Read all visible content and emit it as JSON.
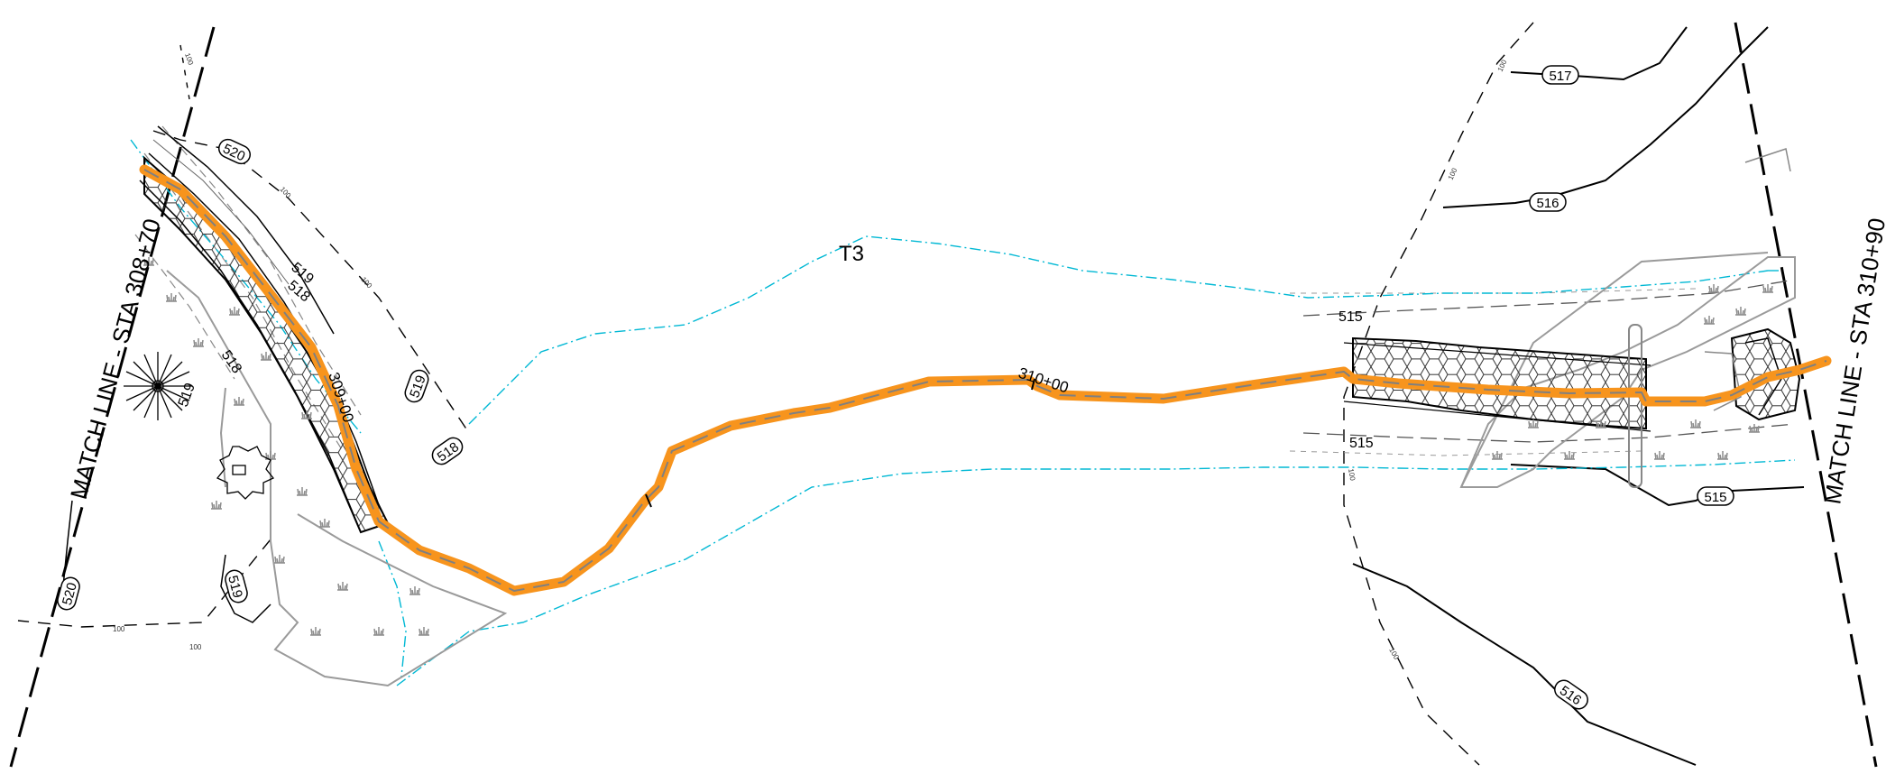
{
  "sheet": {
    "channel_label": "T3",
    "match_line_left": "MATCH LINE - STA 308+70",
    "match_line_right": "MATCH LINE - STA 310+90",
    "station_309": "309+00",
    "station_310": "310+00",
    "boundary_tick_text": "100"
  },
  "contours": {
    "c520_top": "520",
    "c519_left": "519",
    "c518_left": "518",
    "c518_left_lower": "518",
    "c519_tree": "519",
    "c519_bubble": "519",
    "c518_bubble": "518",
    "c519_bottom_bubble": "519",
    "c520_bottom_bubble": "520",
    "c517_right": "517",
    "c516_right": "516",
    "c515_upper": "515",
    "c515_lower": "515",
    "c515_bubble": "515",
    "c516_bottom_bubble": "516"
  },
  "colors": {
    "alignment": "#F7941D",
    "alignment_center": "#808080",
    "waterline": "#00B8D4",
    "linework": "#000000",
    "hatch": "#7f7f7f"
  },
  "icons": {
    "vegetation": "grass-tuft-icon",
    "tree": "tree-icon",
    "shrub": "shrub-icon"
  }
}
